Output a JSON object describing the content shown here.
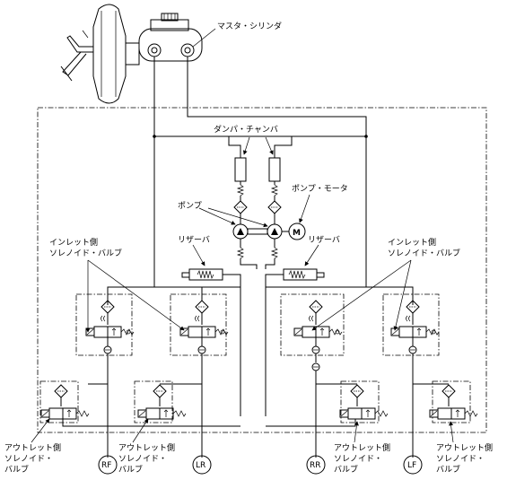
{
  "labels": {
    "master_cylinder": "マスタ・シリンダ",
    "damper_chamber": "ダンパ・チャンバ",
    "pump_motor": "ポンプ・モータ",
    "pump": "ポンプ",
    "reservoir_left": "リザーバ",
    "reservoir_right": "リザーバ",
    "inlet_left_l1": "インレット側",
    "inlet_left_l2": "ソレノイド・バルブ",
    "inlet_right_l1": "インレット側",
    "inlet_right_l2": "ソレノイド・バルブ",
    "outlet_a_l1": "アウトレット側",
    "outlet_a_l2": "ソレノイド・",
    "outlet_a_l3": "バルブ",
    "outlet_b_l1": "アウトレット側",
    "outlet_b_l2": "ソレノイド・",
    "outlet_b_l3": "バルブ",
    "outlet_c_l1": "アウトレット側",
    "outlet_c_l2": "ソレノイド・",
    "outlet_c_l3": "バルブ",
    "outlet_d_l1": "アウトレット側",
    "outlet_d_l2": "ソレノイド・",
    "outlet_d_l3": "バルブ",
    "motor_symbol": "M"
  },
  "wheels": {
    "rf": "RF",
    "lr": "LR",
    "rr": "RR",
    "lf": "LF"
  }
}
